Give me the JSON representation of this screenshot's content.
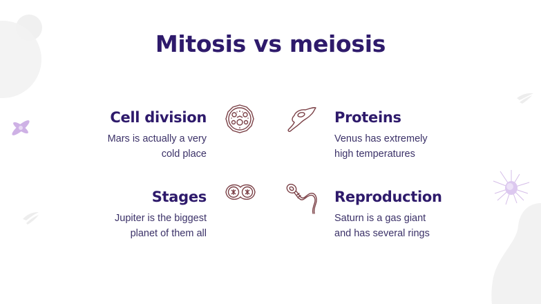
{
  "title": "Mitosis vs meiosis",
  "colors": {
    "title": "#2e1a6b",
    "body_text": "#3b3168",
    "icon_stroke": "#7a3f45",
    "decor_gray": "#f2f2f2",
    "decor_lilac": "#c9a9e3"
  },
  "items": [
    {
      "heading": "Cell division",
      "description": "Mars is actually a very cold place",
      "icon": "cell-icon"
    },
    {
      "heading": "Proteins",
      "description": "Venus has extremely high temperatures",
      "icon": "protein-icon"
    },
    {
      "heading": "Stages",
      "description": "Jupiter is the biggest planet of them all",
      "icon": "dividing-cell-icon"
    },
    {
      "heading": "Reproduction",
      "description": "Saturn is a gas giant and has several rings",
      "icon": "sperm-cell-icon"
    }
  ]
}
